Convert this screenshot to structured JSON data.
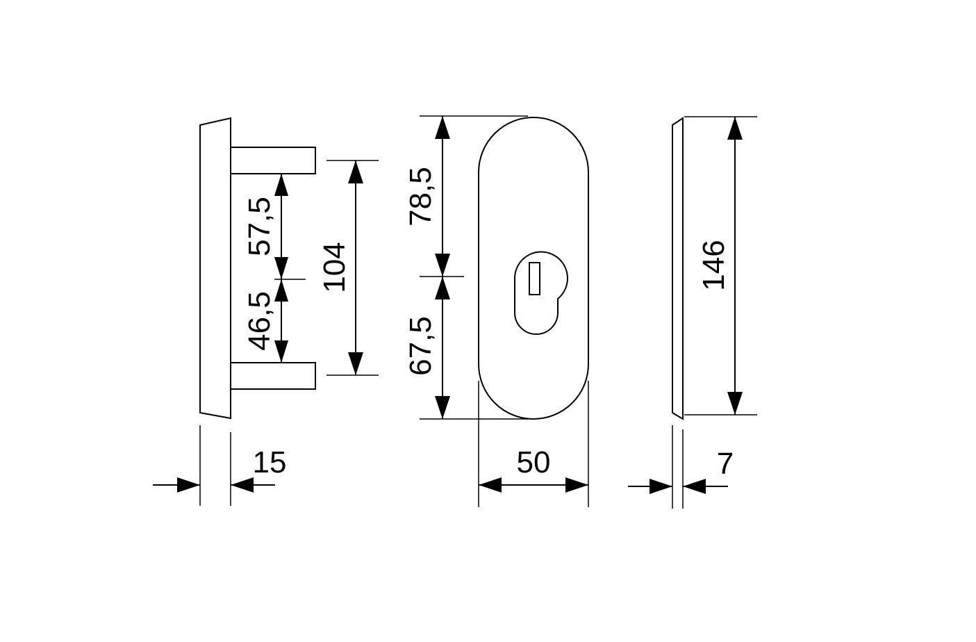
{
  "dimensions": {
    "side_depth": "15",
    "pin_upper": "57,5",
    "pin_lower": "46,5",
    "pin_spacing": "104",
    "top_to_cylinder": "78,5",
    "cylinder_to_bottom": "67,5",
    "width": "50",
    "plate_thickness": "7",
    "height": "146"
  }
}
